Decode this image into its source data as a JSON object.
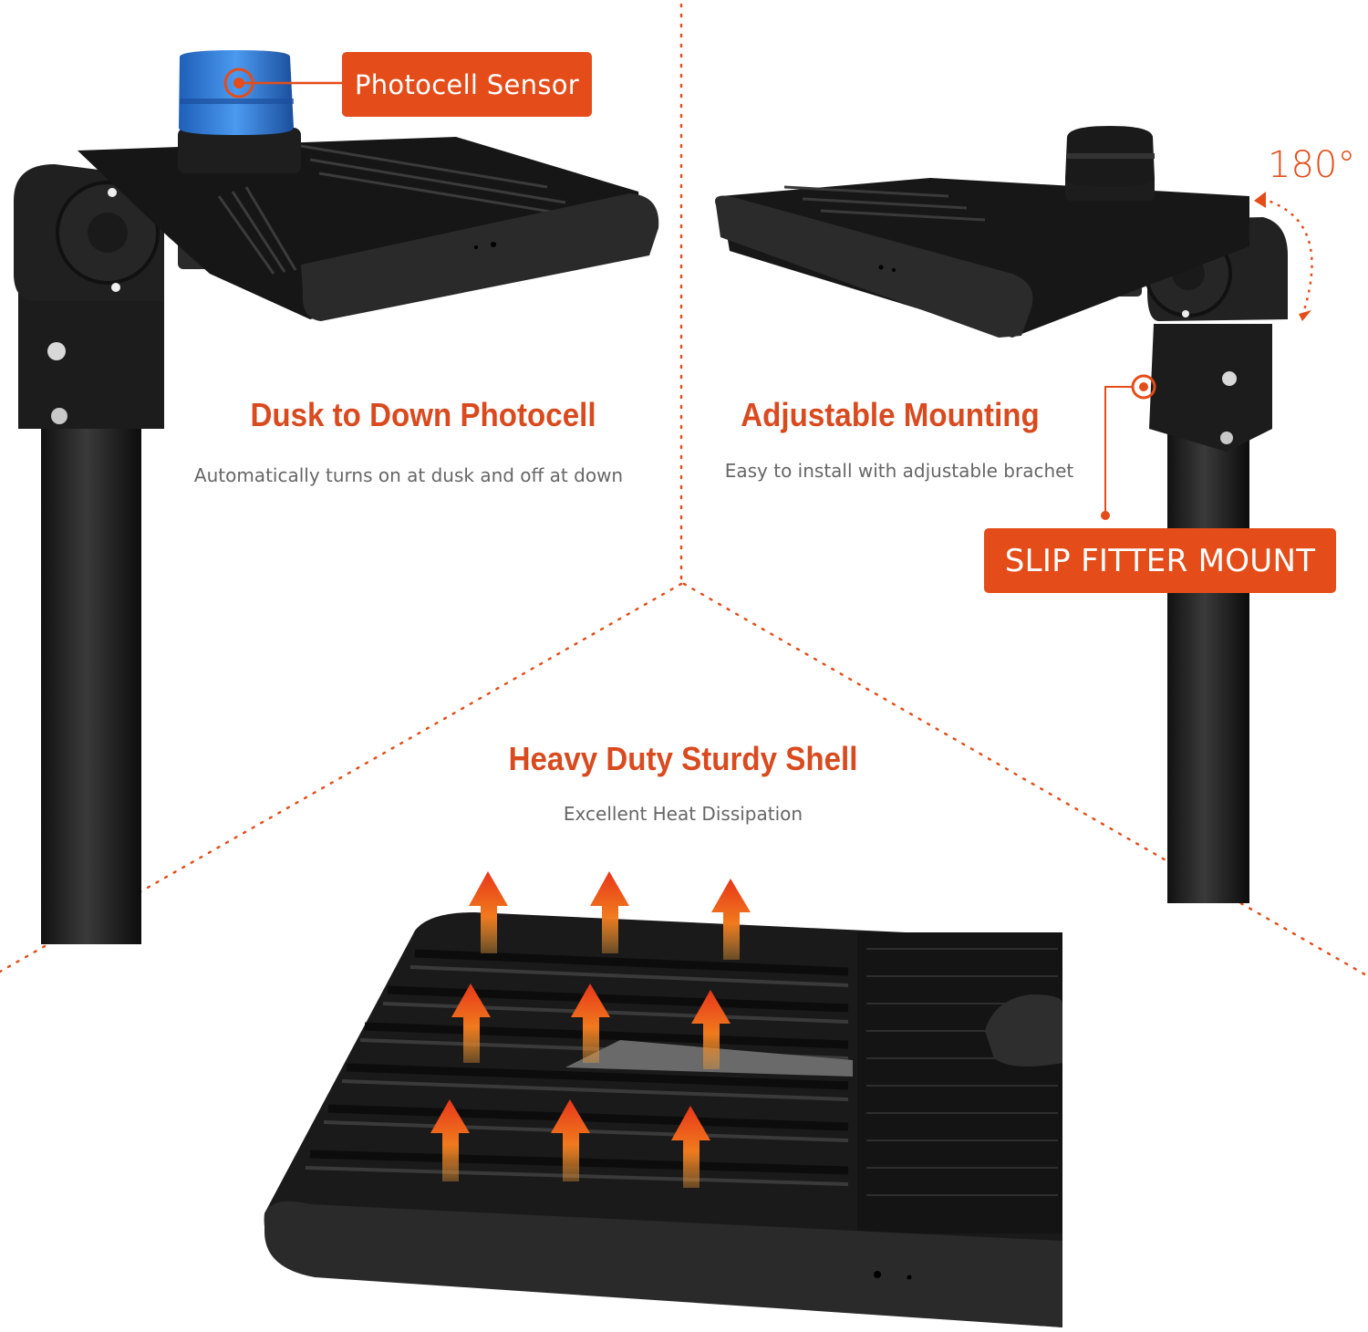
{
  "callouts": {
    "photocell_sensor": "Photocell Sensor",
    "slip_fitter_mount": "SLIP FITTER MOUNT",
    "rotation": "180°"
  },
  "features": [
    {
      "title": "Dusk to Down Photocell",
      "subtitle": "Automatically turns on at dusk and off at down"
    },
    {
      "title": "Adjustable Mounting",
      "subtitle": "Easy to install with adjustable brachet"
    },
    {
      "title": "Heavy Duty Sturdy Shell",
      "subtitle": "Excellent Heat Dissipation"
    }
  ],
  "colors": {
    "accent": "#e44d1a",
    "heading": "#d94a1f",
    "subtitle": "#666666",
    "fixture_body": "#222222",
    "sensor_blue": "#2f7de0"
  }
}
